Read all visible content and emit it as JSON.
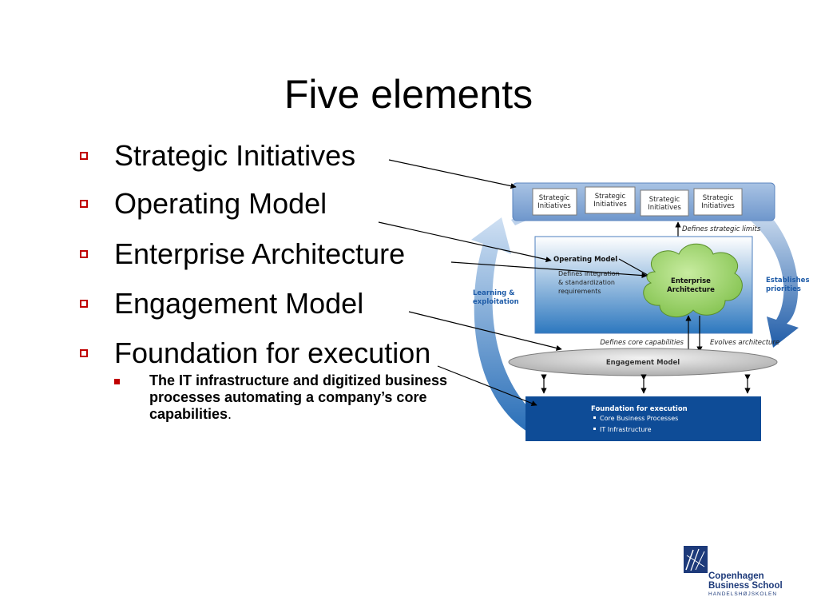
{
  "slide": {
    "title": "Five elements"
  },
  "bullets": [
    {
      "label": "Strategic Initiatives"
    },
    {
      "label": "Operating Model"
    },
    {
      "label": "Enterprise Architecture"
    },
    {
      "label": "Engagement Model"
    },
    {
      "label": "Foundation for execution"
    }
  ],
  "sub_bullet": {
    "text": "The IT infrastructure and digitized business processes automating a company’s core capabilities",
    "trailing": "."
  },
  "diagram": {
    "strategic_initiatives": [
      "Strategic Initiatives",
      "Strategic Initiatives",
      "Strategic Initiatives",
      "Strategic Initiatives"
    ],
    "defines_strategic_limits": "Defines strategic limits",
    "operating_model_title": "Operating Model",
    "operating_model_desc_1": "Defines integration",
    "operating_model_desc_2": "& standardization",
    "operating_model_desc_3": "requirements",
    "ea_line_1": "Enterprise",
    "ea_line_2": "Architecture",
    "learning_1": "Learning &",
    "learning_2": "exploitation",
    "establishes_1": "Establishes",
    "establishes_2": "priorities",
    "defines_core": "Defines core capabilities",
    "evolves_arch": "Evolves architecture",
    "engagement_model": "Engagement Model",
    "foundation_title": "Foundation for execution",
    "foundation_item_1": "Core Business Processes",
    "foundation_item_2": "IT Infrastructure"
  },
  "logo": {
    "line1": "Copenhagen",
    "line2": "Business School",
    "line3": "HANDELSHØJSKOLEN"
  },
  "colors": {
    "bullet_red": "#c00000",
    "diagram_blue": "#1f5ca8",
    "foundation_blue": "#0e4c97",
    "cloud_green": "#9fd36a",
    "logo_navy": "#1d3a7a"
  }
}
